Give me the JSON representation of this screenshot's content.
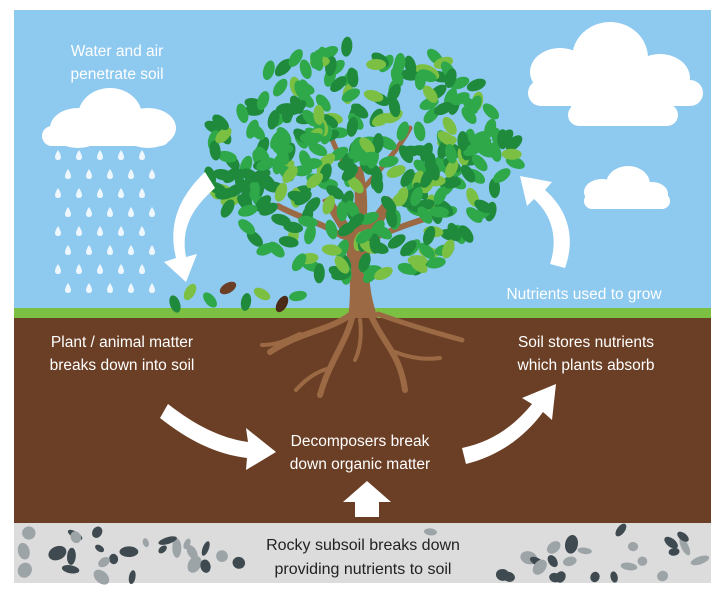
{
  "labels": {
    "water_air": "Water and air\npenetrate soil",
    "nutrients_used": "Nutrients used to grow",
    "plant_matter": "Plant / animal matter\nbreaks down into soil",
    "soil_stores": "Soil stores nutrients\nwhich plants absorb",
    "decomposers": "Decomposers break\ndown organic matter",
    "subsoil": "Rocky subsoil breaks down\nproviding nutrients to soil"
  },
  "colors": {
    "sky": "#8ec9ef",
    "grass": "#7bc043",
    "soil": "#6b3f25",
    "subsoil": "#dcdcdc",
    "trunk": "#9b6a45",
    "leaf_dark": "#1f8a3b",
    "leaf_mid": "#2fa84a",
    "leaf_light": "#7cc043",
    "cloud": "#ffffff",
    "rain": "#ffffff",
    "arrow": "#ffffff",
    "rock_dark": "#3e4a50",
    "rock_light": "#9da4a8"
  }
}
